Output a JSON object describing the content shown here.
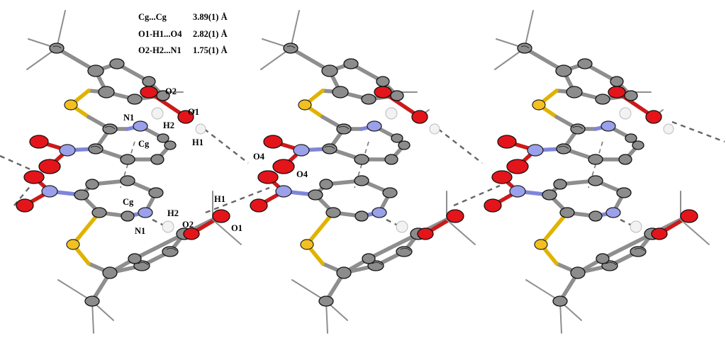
{
  "legend": [
    {
      "name": "Cg...Cg",
      "value": "3.89(1) Å"
    },
    {
      "name": "O1-H1...O4",
      "value": "2.82(1) Å"
    },
    {
      "name": "O2-H2...N1",
      "value": "1.75(1) Å"
    }
  ],
  "atom_labels": {
    "o2_top": "O2",
    "n1_top": "N1",
    "o1_top": "O1",
    "h2_top": "H2",
    "cg_top": "Cg",
    "h1_top": "H1",
    "o4_left": "O4",
    "o4_right": "O4",
    "h1_bottom": "H1",
    "cg_bottom": "Cg",
    "h2_bottom": "H2",
    "o2_bottom": "O2",
    "n1_bottom": "N1",
    "o1_bottom": "O1"
  },
  "colors": {
    "carbon": "#8c8c8c",
    "nitrogen": "#9aa0ea",
    "oxygen": "#e3151b",
    "sulfur": "#f4c020",
    "hydrogen": "#f2f2f2",
    "hbond": "#666666"
  }
}
